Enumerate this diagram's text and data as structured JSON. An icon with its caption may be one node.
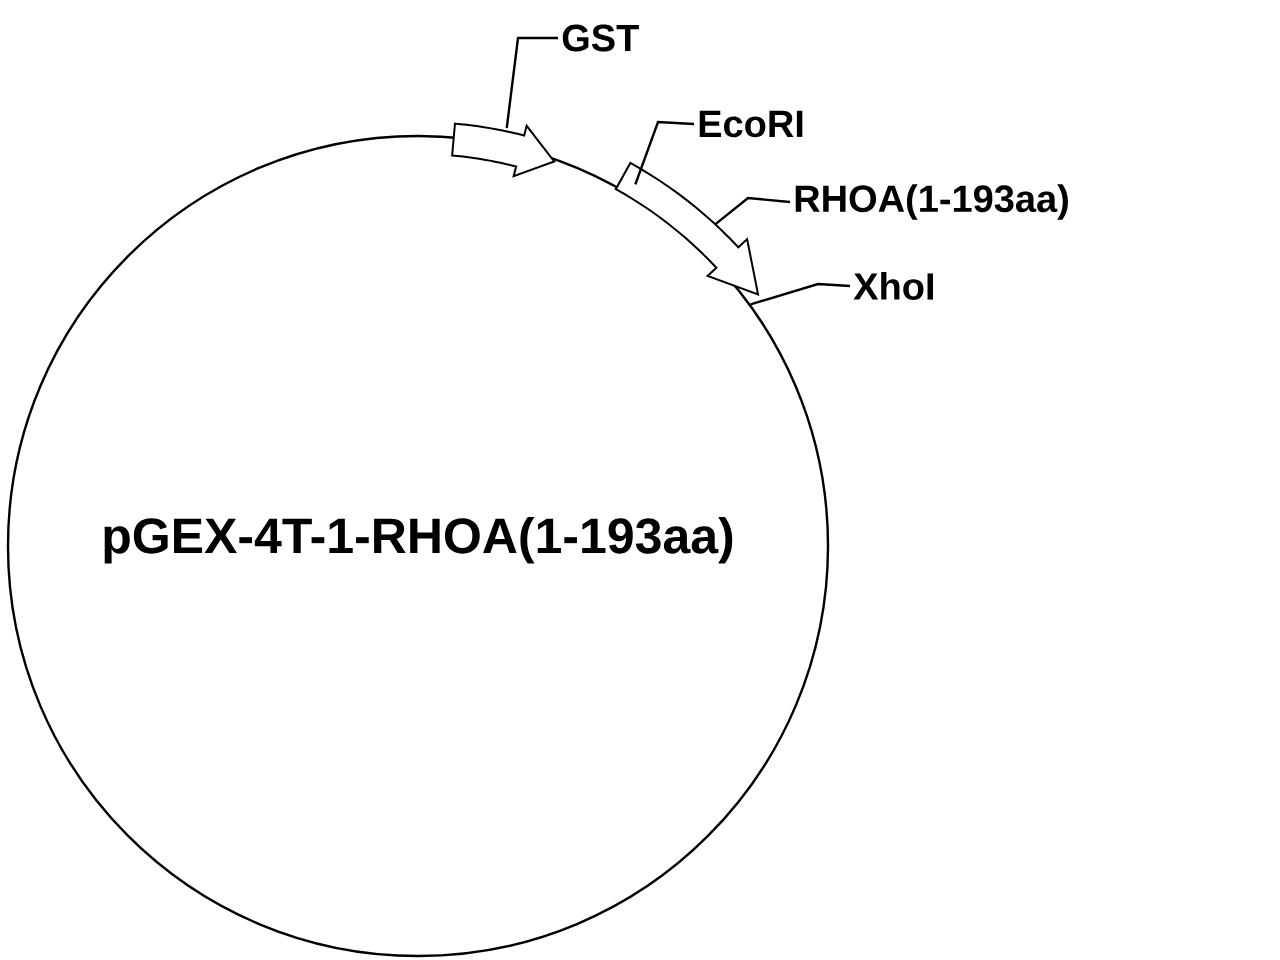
{
  "diagram": {
    "nodes": [
      {
        "text": [
          "pGEX-4T-1-RHOA(1-193aa)"
        ]
      },
      {
        "text": [],
        "shape": "arrow"
      },
      {
        "text": [],
        "shape": "arrow"
      },
      {
        "text": [
          "GST"
        ]
      },
      {
        "text": [
          "EcoRI"
        ]
      },
      {
        "text": [
          "RHOA(1-193aa)"
        ]
      },
      {
        "text": [
          "XhoI"
        ]
      }
    ],
    "edges": [
      {
        "from": 3,
        "to": 1,
        "arrow": "none"
      },
      {
        "from": 4,
        "to": 2,
        "arrow": "none"
      },
      {
        "from": 5,
        "to": 2,
        "arrow": "none"
      },
      {
        "from": 6,
        "to": 0,
        "arrow": "none"
      }
    ]
  }
}
